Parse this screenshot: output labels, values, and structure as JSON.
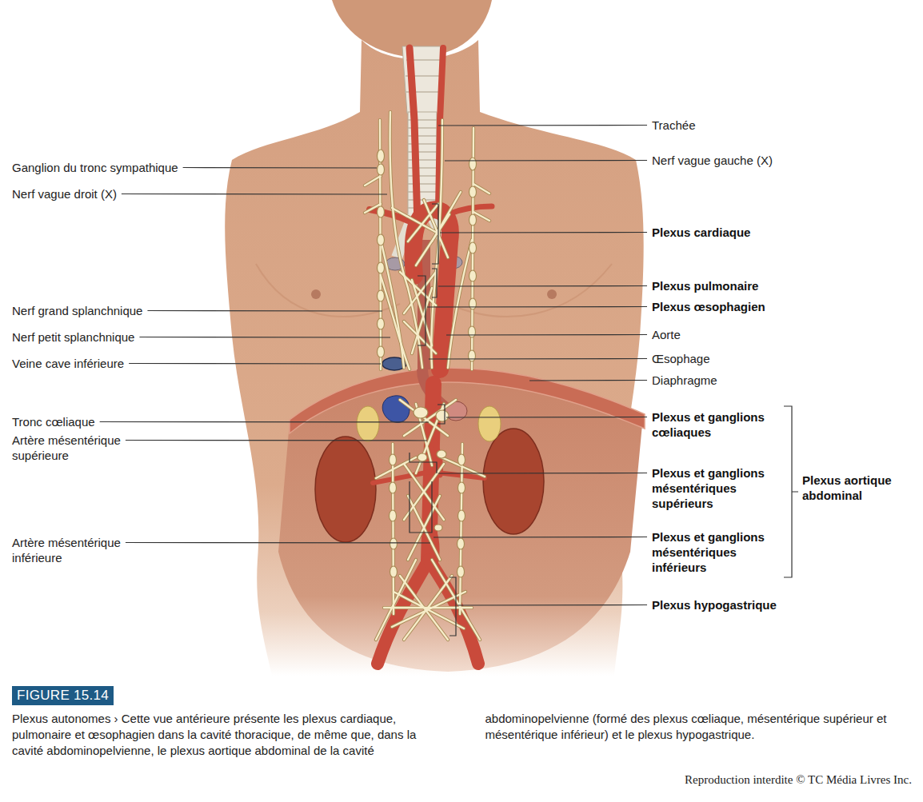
{
  "diagram": {
    "title": "FIGURE 15.14",
    "caption": "Plexus autonomes › Cette vue antérieure présente les plexus cardiaque, pulmonaire et œsophagien dans la cavité thoracique, de même que, dans la cavité abdominopelvienne, le plexus aortique abdominal de la cavité abdominopelvienne (formé des plexus cœliaque, mésentérique supérieur et mésentérique inférieur) et le plexus hypogastrique.",
    "labels": [
      "Trachée",
      "Ganglion du tronc sympathique",
      "Nerf vague gauche (X)",
      "Nerf vague droit (X)",
      "Plexus cardiaque",
      "Plexus pulmonaire",
      "Plexus œsophagien",
      "Nerf grand splanchnique",
      "Aorte",
      "Nerf petit splanchnique",
      "Œsophage",
      "Veine cave inférieure",
      "Diaphragme",
      "Tronc cœliaque",
      "Plexus et ganglions cœliaques",
      "Artère mésentérique supérieure",
      "Plexus et ganglions mésentériques supérieurs",
      "Plexus aortique abdominal",
      "Artère mésentérique inférieure",
      "Plexus et ganglions mésentériques inférieurs",
      "Plexus hypogastrique",
      "Reproduction interdite © TC Média Livres Inc."
    ]
  }
}
